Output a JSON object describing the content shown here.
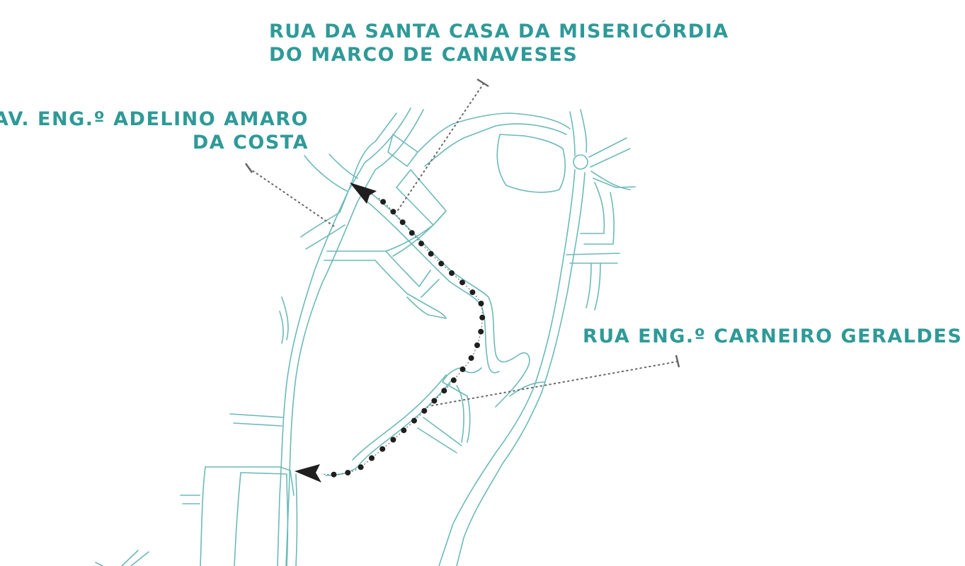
{
  "map": {
    "labels": {
      "santa_casa": {
        "line1": "RUA DA SANTA CASA DA MISERICÓRDIA",
        "line2": "DO MARCO DE CANAVESES"
      },
      "adelino": {
        "line1": "AV. ENG.º ADELINO AMARO",
        "line2": "DA COSTA"
      },
      "carneiro": {
        "line1": "RUA ENG.º CARNEIRO GERALDES"
      }
    },
    "colors": {
      "label_text": "#2e9a98",
      "road_lines": "#6cbab8",
      "route": "#1f1f1f",
      "leader_lines": "#666666",
      "background": "#ffffff"
    },
    "route": {
      "style": "dotted",
      "arrow_icons": [
        "arrow-head-icon",
        "arrow-head-icon"
      ]
    }
  }
}
